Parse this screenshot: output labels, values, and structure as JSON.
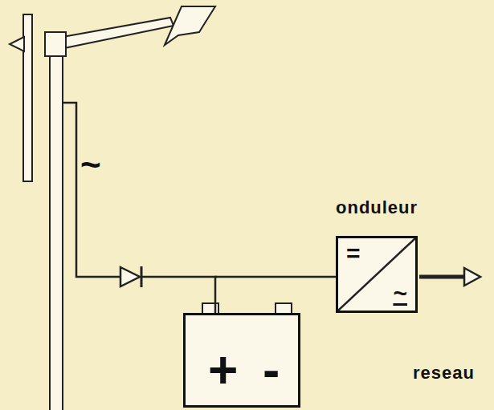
{
  "diagram": {
    "nodes": [
      {
        "text": [
          "onduleur",
          "=",
          "~"
        ]
      },
      {
        "text": [
          "+",
          "-"
        ]
      }
    ],
    "edges": [
      {
        "from": 1,
        "to": 0,
        "arrow": "none"
      }
    ],
    "labels": [
      "~",
      "reseau"
    ]
  }
}
